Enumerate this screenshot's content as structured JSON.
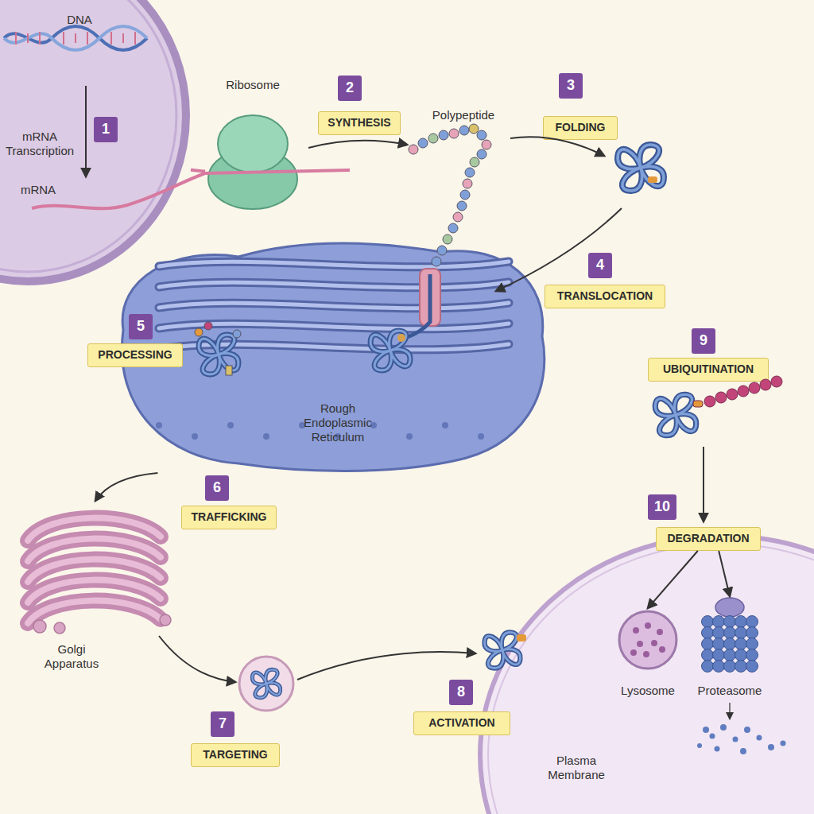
{
  "diagram": {
    "nodes": [
      {
        "text": [
          "DNA",
          "mRNA Transcription",
          "mRNA"
        ]
      },
      {
        "text": [
          "1"
        ],
        "in": 0
      },
      {
        "text": [
          "Ribosome"
        ]
      },
      {
        "text": [
          "2"
        ]
      },
      {
        "text": [
          "SYNTHESIS"
        ]
      },
      {
        "text": [
          "3"
        ]
      },
      {
        "text": [
          "FOLDING"
        ]
      },
      {
        "text": [
          "Rough Endoplasmic Reticulum"
        ]
      },
      {
        "text": [
          "4"
        ]
      },
      {
        "text": [
          "TRANSLOCATION"
        ]
      },
      {
        "text": [
          "5"
        ],
        "in": 7
      },
      {
        "text": [
          "PROCESSING"
        ],
        "in": 7
      },
      {
        "text": [
          "9"
        ]
      },
      {
        "text": [
          "UBIQUITINATION"
        ]
      },
      {
        "text": [
          "6"
        ]
      },
      {
        "text": [
          "TRAFFICKING"
        ]
      },
      {
        "text": [
          "Golgi Apparatus"
        ]
      },
      {
        "text": [
          "10"
        ]
      },
      {
        "text": [
          "DEGRADATION"
        ]
      },
      {
        "text": [
          "Plasma Membrane"
        ]
      },
      {
        "text": [
          "Lysosome"
        ],
        "in": 19
      },
      {
        "text": [
          "Proteasome"
        ],
        "in": 19
      },
      {
        "text": [
          "7"
        ]
      },
      {
        "text": [
          "TARGETING"
        ]
      },
      {
        "text": [
          "8"
        ]
      },
      {
        "text": [
          "ACTIVATION"
        ]
      }
    ],
    "edges": [
      {
        "from": 0,
        "to": 2,
        "arrow": "none"
      },
      {
        "from": 7,
        "to": 16,
        "arrow": "to"
      },
      {
        "from": 18,
        "to": 20,
        "arrow": "to"
      },
      {
        "from": 18,
        "to": 21,
        "arrow": "to"
      }
    ],
    "labels": [
      "Polypeptide"
    ]
  }
}
